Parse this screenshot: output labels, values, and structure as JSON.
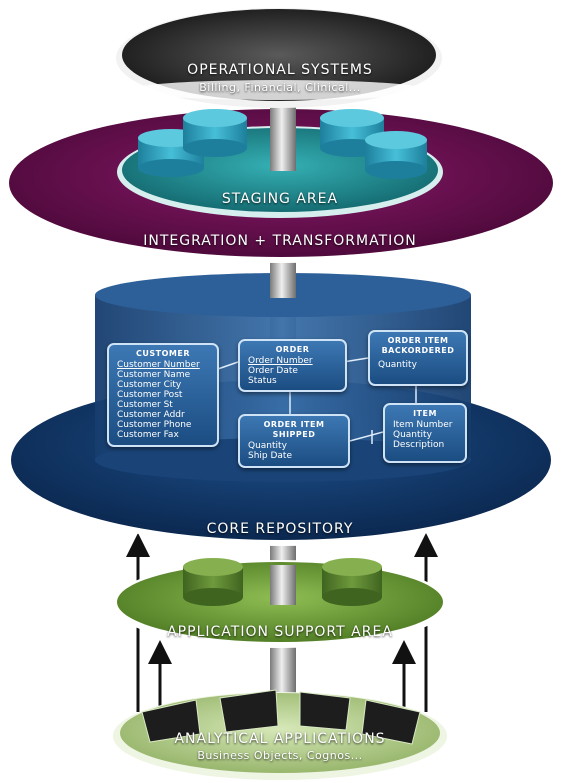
{
  "levels": {
    "operational": {
      "title": "OPERATIONAL SYSTEMS",
      "subtitle": "Billing, Financial, Clinical..."
    },
    "staging": {
      "title": "STAGING AREA",
      "ring_label": "INTEGRATION + TRANSFORMATION"
    },
    "core": {
      "title": "CORE REPOSITORY"
    },
    "support": {
      "title": "APPLICATION SUPPORT AREA"
    },
    "analytical": {
      "title": "ANALYTICAL APPLICATIONS",
      "subtitle": "Business Objects, Cognos..."
    }
  },
  "entities": {
    "customer": {
      "title": "CUSTOMER",
      "key": "Customer Number",
      "attributes": [
        "Customer Name",
        "Customer City",
        "Customer Post",
        "Customer St",
        "Customer Addr",
        "Customer Phone",
        "Customer Fax"
      ]
    },
    "order": {
      "title": "ORDER",
      "key": "Order Number",
      "attributes": [
        "Order Date",
        "Status"
      ]
    },
    "order_item_backordered": {
      "title_line1": "ORDER ITEM",
      "title_line2": "BACKORDERED",
      "attributes": [
        "Quantity"
      ]
    },
    "order_item_shipped": {
      "title_line1": "ORDER ITEM",
      "title_line2": "SHIPPED",
      "attributes": [
        "Quantity",
        "Ship Date"
      ]
    },
    "item": {
      "title": "ITEM",
      "attributes": [
        "Item Number",
        "Quantity",
        "Description"
      ]
    }
  },
  "colors": {
    "operational_disc": "#2a2a2a",
    "staging_ring": "#6a0f4f",
    "staging_inner": "#1f8f96",
    "staging_cylinder": "#2aa3c2",
    "core_disc": "#12386a",
    "core_cylinder": "#214f88",
    "support_disc": "#6a9a32",
    "support_cylinder": "#4f7a2a",
    "analytical_disc": "#b5cf8f",
    "pole": "#b9b9b9",
    "arrow": "#111111"
  }
}
